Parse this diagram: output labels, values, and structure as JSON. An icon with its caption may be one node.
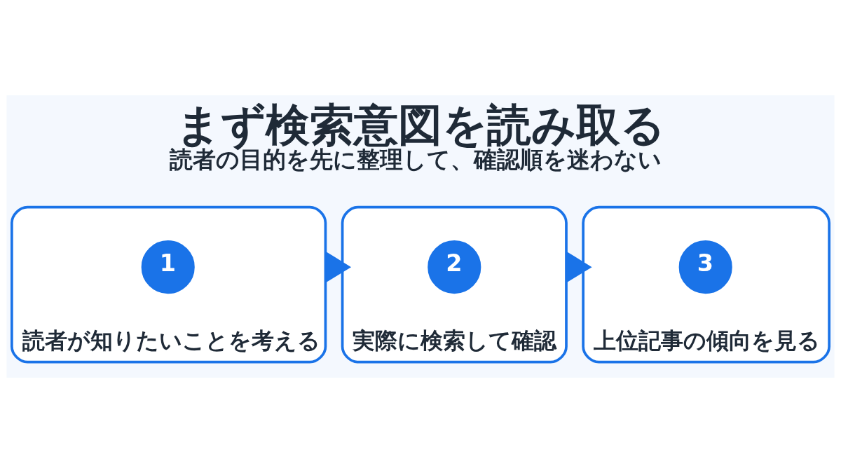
{
  "diagram": {
    "title": "まず検索意図を読み取る",
    "caption": "読者の目的を先に整理して、確認順を迷わない",
    "nodes": [
      {
        "text": [
          "読者が知りたいことを考える"
        ]
      },
      {
        "text": [
          "1"
        ],
        "in": 0
      },
      {
        "text": [
          "実際に検索して確認"
        ]
      },
      {
        "text": [
          "2"
        ],
        "in": 2
      },
      {
        "text": [
          "上位記事の傾向を見る"
        ]
      },
      {
        "text": [
          "3"
        ],
        "in": 4
      }
    ],
    "edges": [
      {
        "from": 0,
        "to": 2,
        "arrow": "to",
        "style": "thick"
      },
      {
        "from": 2,
        "to": 4,
        "arrow": "to",
        "style": "thick"
      }
    ]
  }
}
